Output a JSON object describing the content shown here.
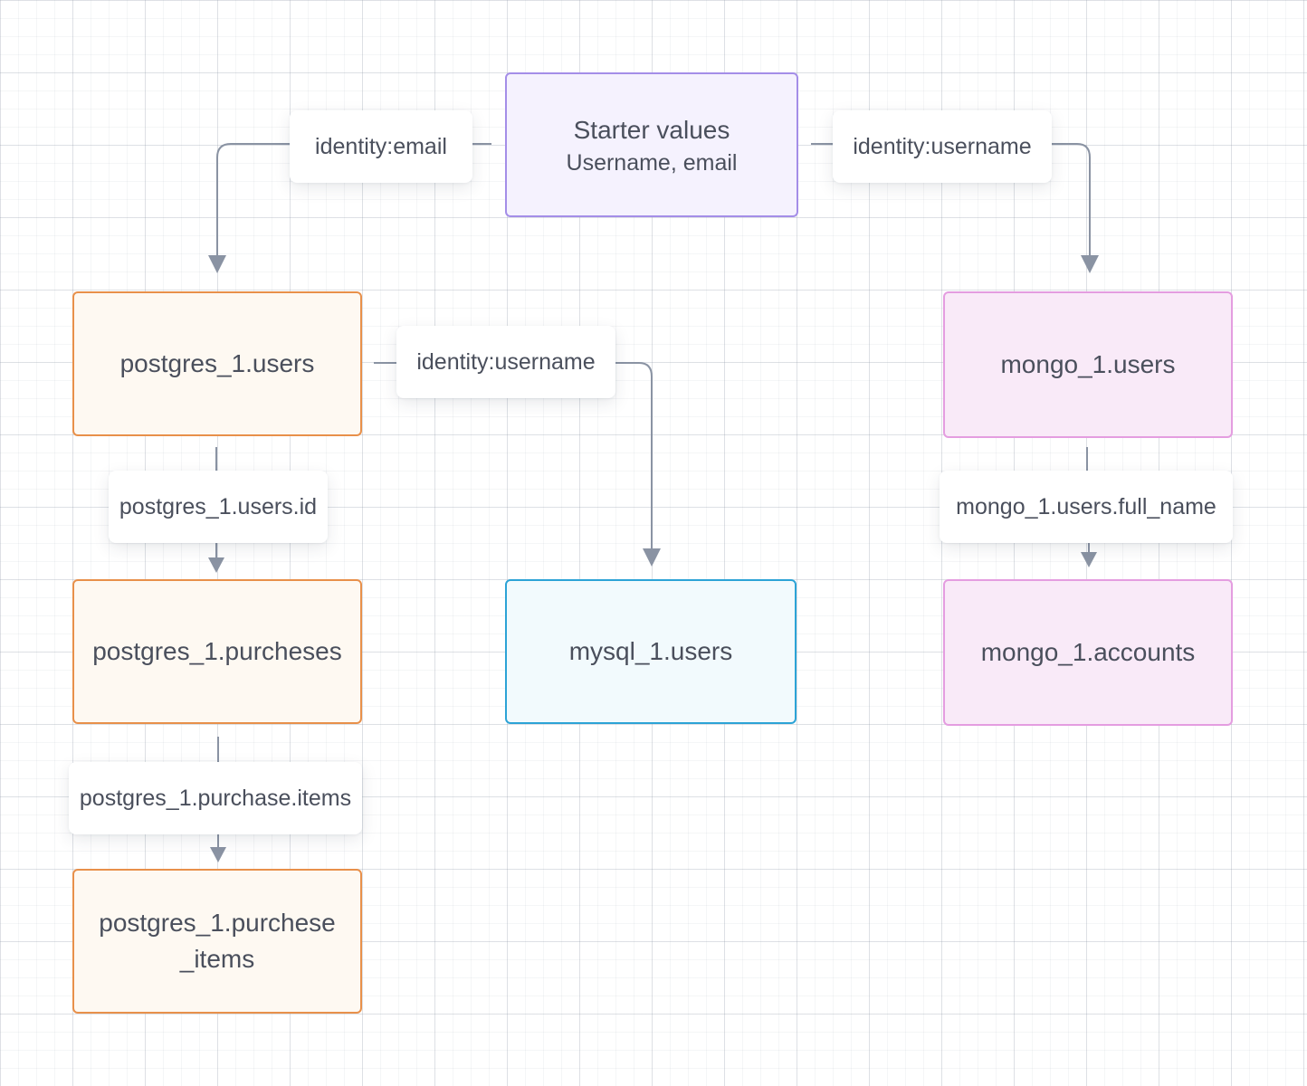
{
  "nodes": {
    "starter": {
      "title": "Starter values",
      "subtitle": "Username, email"
    },
    "postgres_users": "postgres_1.users",
    "postgres_purcheses": "postgres_1.purcheses",
    "postgres_purchese_items": "postgres_1.purchese _items",
    "mysql_users": "mysql_1.users",
    "mongo_users": "mongo_1.users",
    "mongo_accounts": "mongo_1.accounts"
  },
  "edges": {
    "starter_to_postgres": "identity:email",
    "starter_to_mongo": "identity:username",
    "postgres_to_mysql": "identity:username",
    "users_to_purcheses": "postgres_1.users.id",
    "purcheses_to_items": "postgres_1.purchase.items",
    "mongo_users_to_accounts": "mongo_1.users.full_name"
  },
  "colors": {
    "edge": "#8a93a3",
    "starter_border": "#a48ee8",
    "postgres_border": "#e8904a",
    "mysql_border": "#2ca3d6",
    "mongo_border": "#e49de0"
  }
}
